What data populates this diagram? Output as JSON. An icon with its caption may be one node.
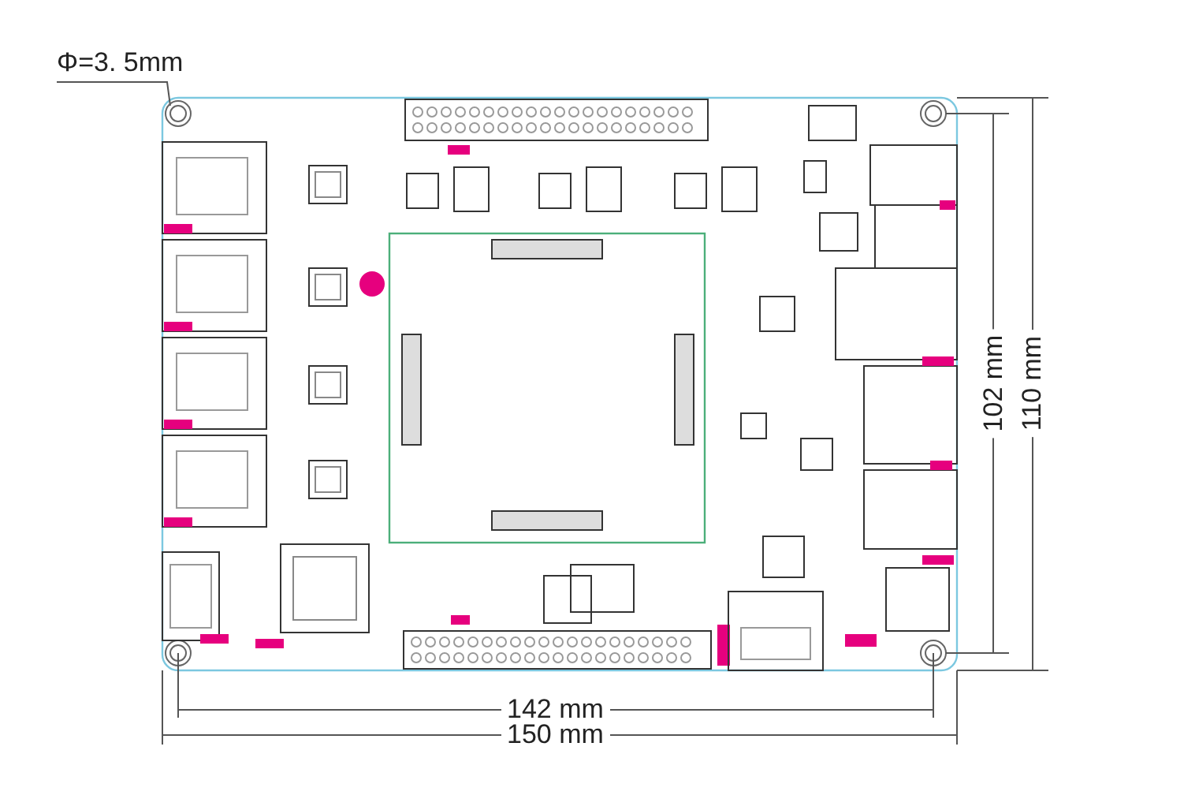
{
  "diagram": {
    "nodes": [
      {
        "text": [
          "Φ=3. 5mm"
        ]
      },
      {
        "text": [],
        "shape": "circle"
      }
    ],
    "edges": [
      {
        "from": 0,
        "to": 1,
        "arrow": "none"
      }
    ],
    "labels": [
      "102 mm",
      "110 mm",
      "142 mm",
      "150 mm"
    ]
  }
}
